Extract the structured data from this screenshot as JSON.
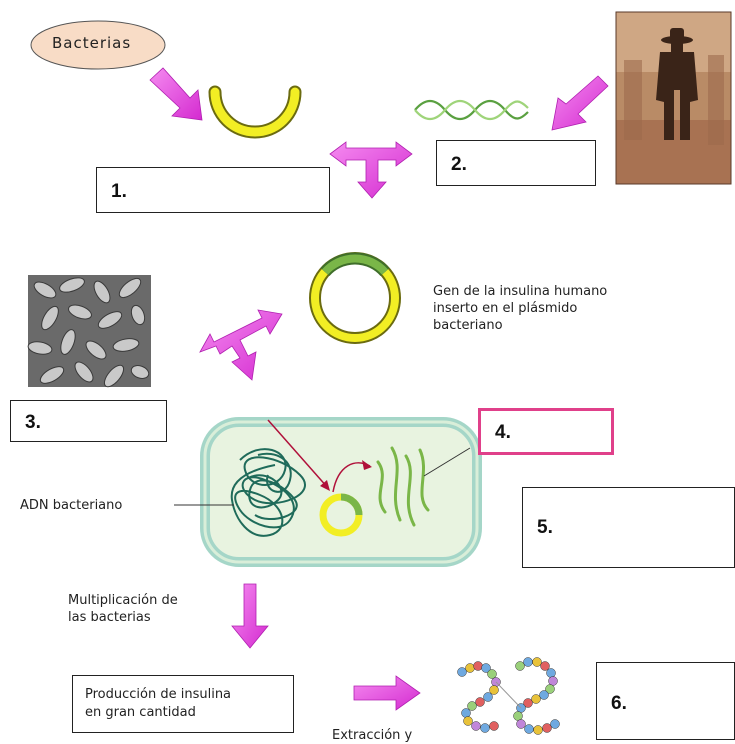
{
  "labels": {
    "bacterias": "Bacterias",
    "gene_line1": "Gen de la insulina humano",
    "gene_line2": "inserto  en  el  plásmido",
    "gene_line3": "bacteriano",
    "adn": "ADN bacteriano",
    "multiplicacion_line1": "Multiplicación de",
    "multiplicacion_line2": "las bacterias",
    "produccion_line1": "Producción  de  insulina",
    "produccion_line2": "en gran cantidad",
    "extraccion": "Extracción y"
  },
  "boxes": {
    "b1": "1.",
    "b2": "2.",
    "b3": "3.",
    "b4": "4.",
    "b5": "5.",
    "b6": "6."
  },
  "colors": {
    "arrow": "#e040e0",
    "plasmid_yellow": "#f2ee24",
    "plasmid_outline": "#8a8a12",
    "gene_green": "#7ab648",
    "cell_fill": "#e8f3e0",
    "cell_border": "#a5d6c8",
    "box4_border": "#e0408a"
  }
}
